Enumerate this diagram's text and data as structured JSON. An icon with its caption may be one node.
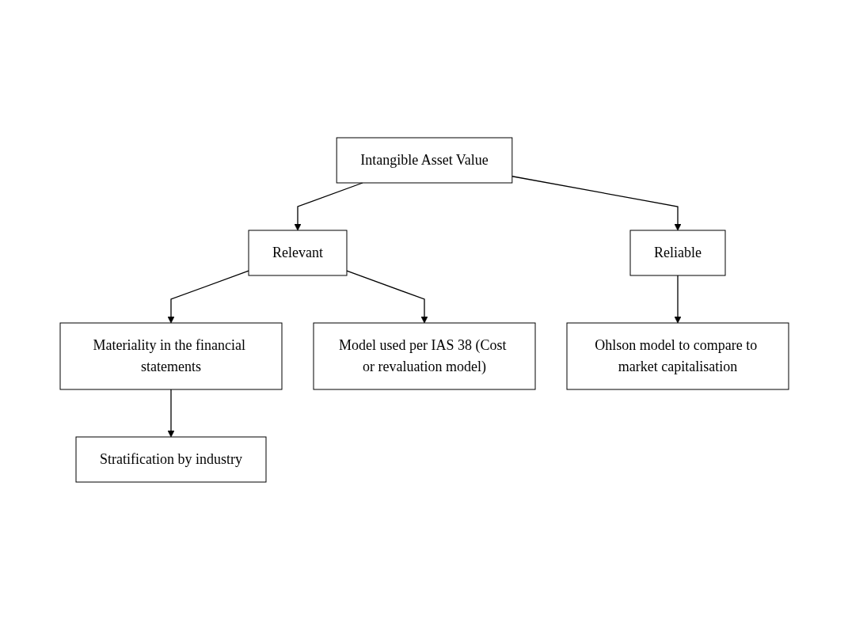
{
  "diagram": {
    "nodes": [
      {
        "text": [
          "Intangible Asset Value"
        ]
      },
      {
        "text": [
          "Relevant"
        ]
      },
      {
        "text": [
          "Reliable"
        ]
      },
      {
        "text": [
          "Materiality in the financial statements"
        ]
      },
      {
        "text": [
          "Model used per IAS 38 (Cost or revaluation model)"
        ]
      },
      {
        "text": [
          "Ohlson model to compare to market capitalisation"
        ]
      },
      {
        "text": [
          "Stratification by industry"
        ]
      }
    ],
    "edges": [
      {
        "from": 0,
        "to": 1,
        "arrow": "to"
      },
      {
        "from": 0,
        "to": 2,
        "arrow": "to"
      },
      {
        "from": 1,
        "to": 3,
        "arrow": "to"
      },
      {
        "from": 1,
        "to": 4,
        "arrow": "to"
      },
      {
        "from": 2,
        "to": 5,
        "arrow": "to"
      },
      {
        "from": 3,
        "to": 6,
        "arrow": "to"
      }
    ]
  }
}
